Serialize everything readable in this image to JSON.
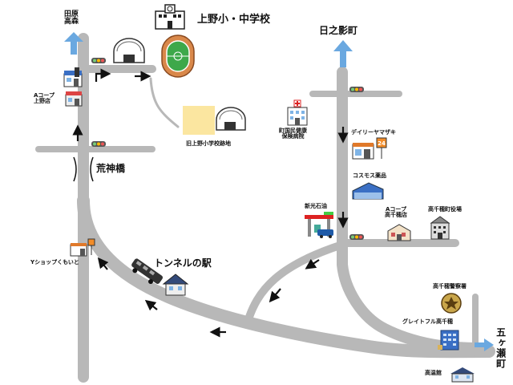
{
  "labels": {
    "tahara_takamori": "田原\n高森",
    "kamino_school": "上野小・中学校",
    "hinokage": "日之影町",
    "acoop_ueno": "Aコープ\n上野店",
    "kojin_bridge": "荒神橋",
    "old_school_site": "旧上野小学校跡地",
    "hospital": "町国民健康\n保険病院",
    "daily_yamazaki": "デイリーヤマザキ",
    "cosmos": "コスモス薬品",
    "niko_oil": "新光石油",
    "acoop_takachiho": "Aコープ\n高千穂店",
    "town_office": "高千穂町役場",
    "y_shop": "Yショップくもいと",
    "tunnel_station": "トンネルの駅",
    "police": "高千穂警察署",
    "hotel": "グレイトフル高千穂",
    "gokase": "五ヶ瀬町",
    "onsen": "高温館"
  },
  "colors": {
    "road": "#b8b8b8",
    "arrow": "#6aa8e0",
    "school_site": "#fbe6a0"
  },
  "icons": [
    "school-building-icon",
    "dome-gym-icon",
    "stadium-icon",
    "hospital-icon",
    "convenience-store-icon",
    "supermarket-icon",
    "gas-station-icon",
    "town-hall-icon",
    "station-house-icon",
    "train-icon",
    "police-icon",
    "hotel-icon",
    "onsen-icon",
    "traffic-light-icon",
    "turn-arrow-icon"
  ]
}
